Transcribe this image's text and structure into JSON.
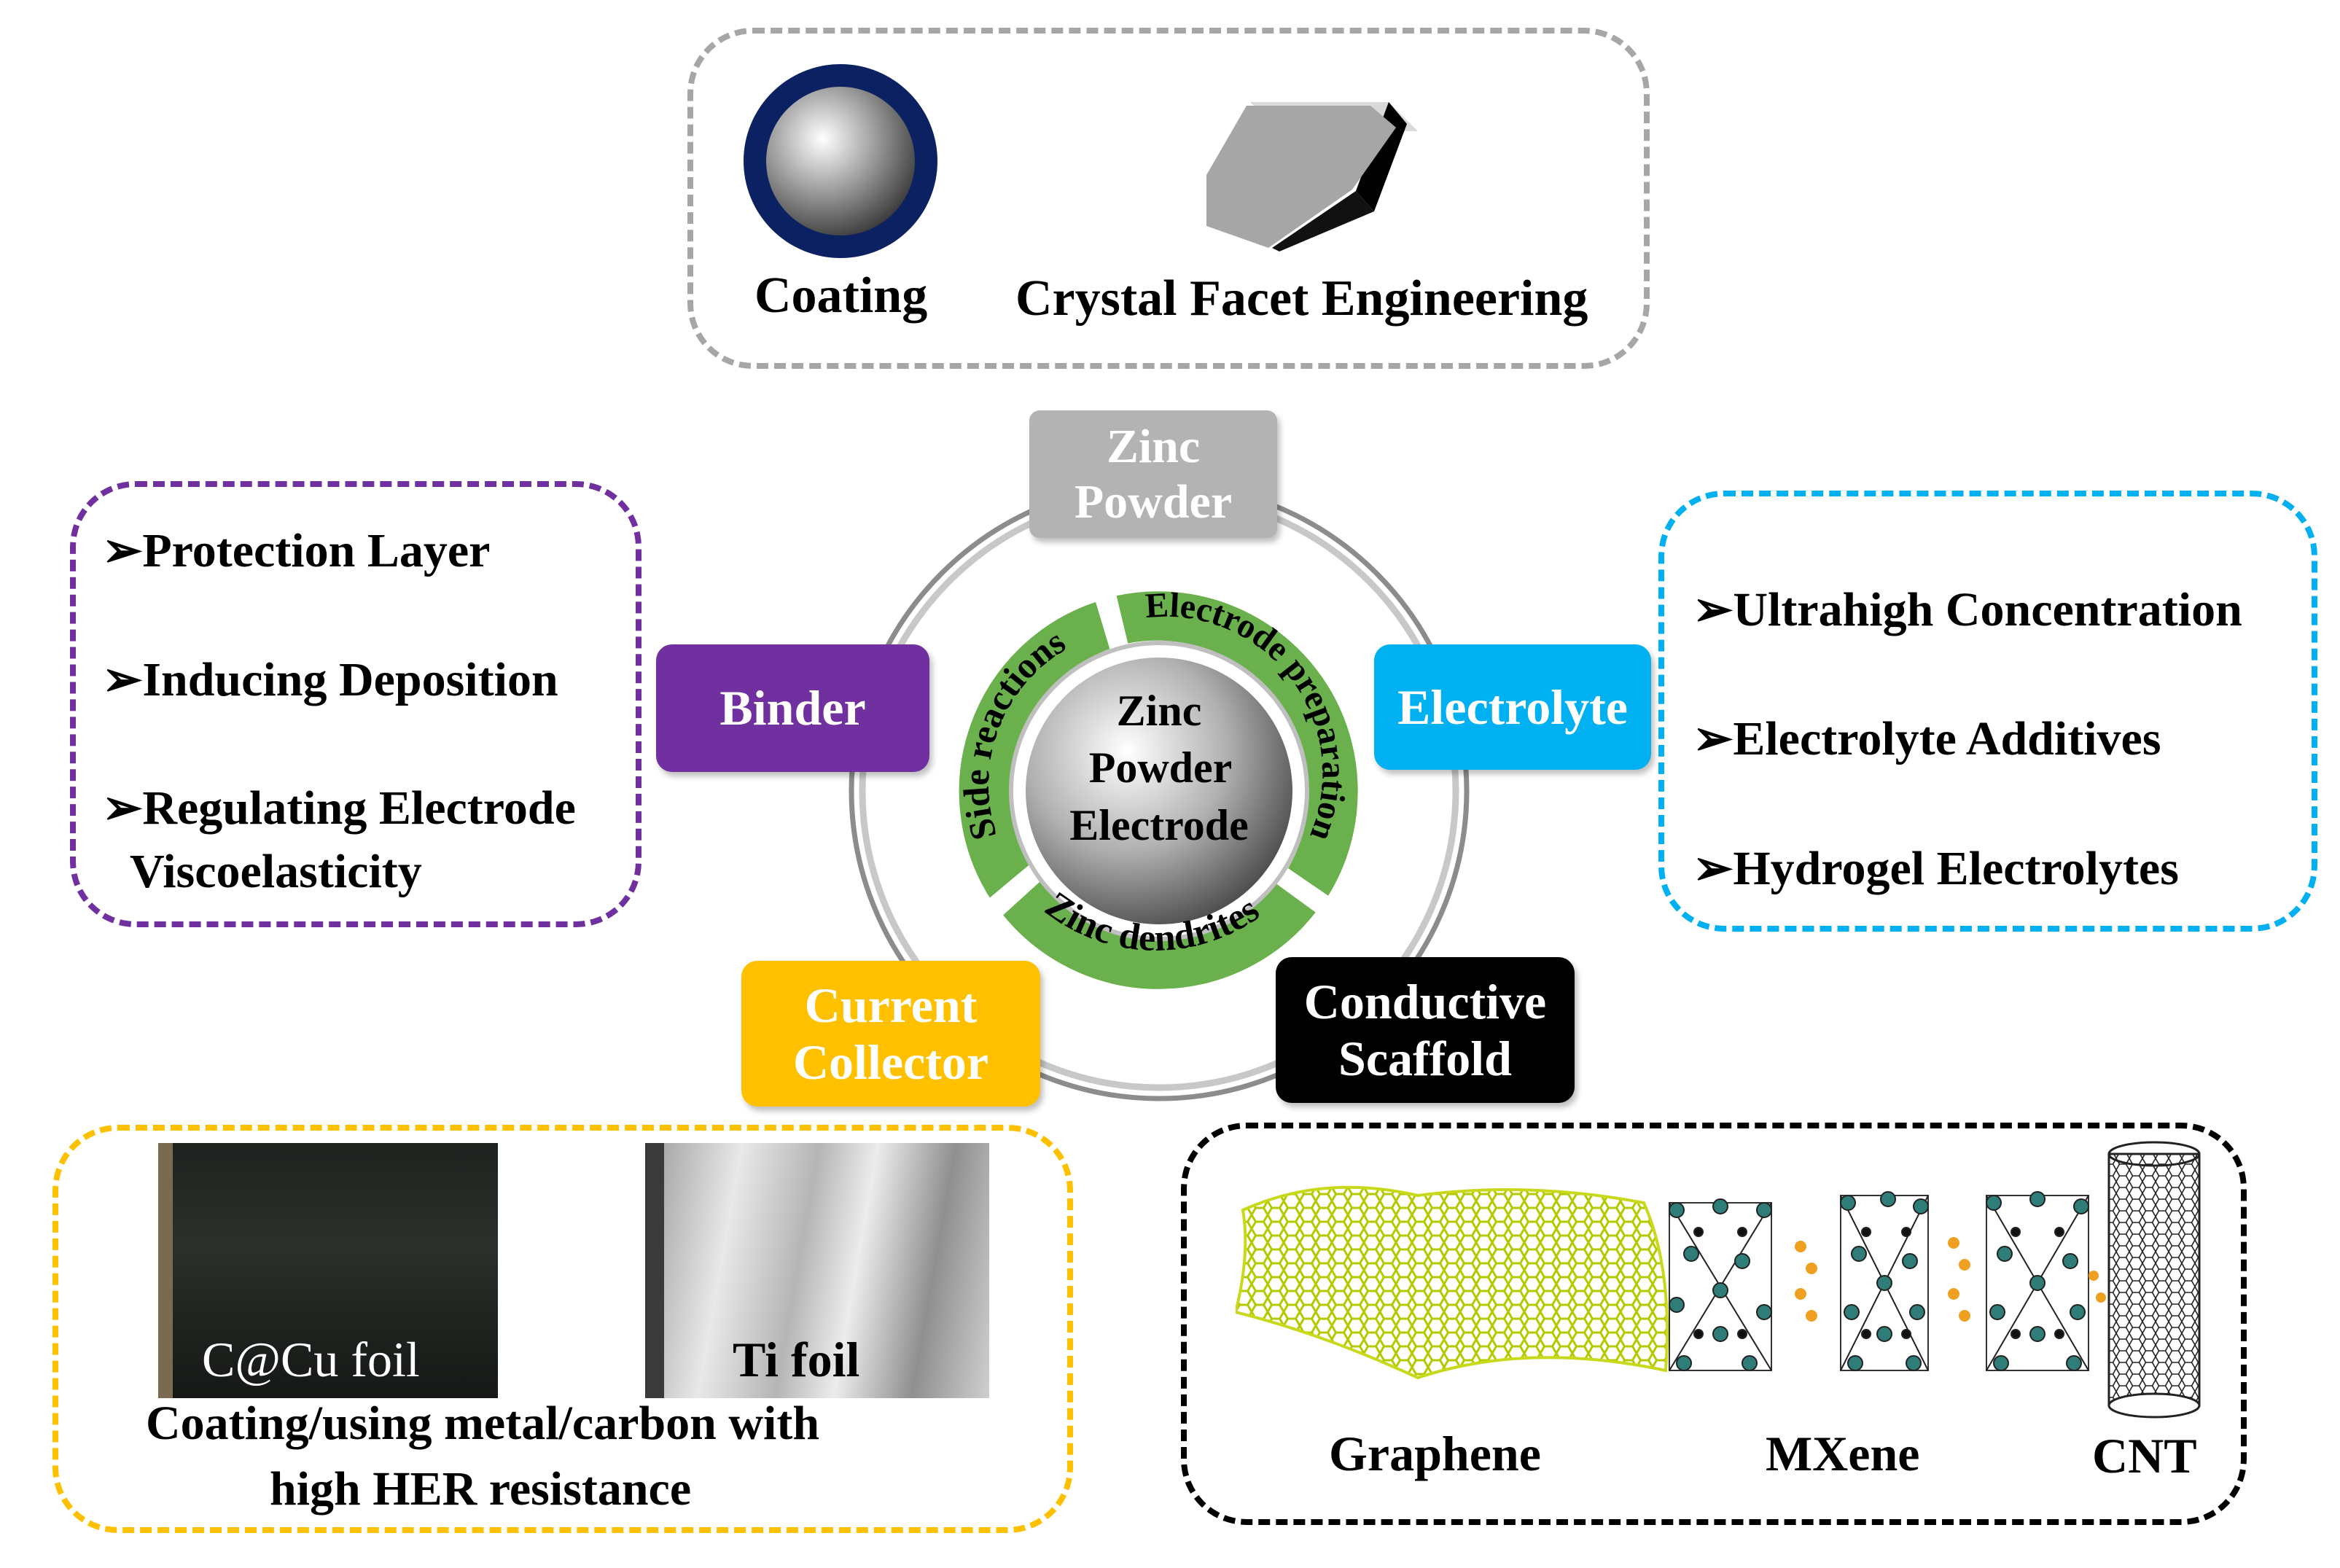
{
  "top_panel": {
    "items": [
      "Coating",
      "Crystal Facet Engineering"
    ],
    "border_color": "#a6a6a6"
  },
  "center": {
    "core_label": [
      "Zinc",
      "Powder",
      "Electrode"
    ],
    "ring_segments": [
      "Side reactions",
      "Electrode preparation",
      "Zinc dendrites"
    ],
    "ring_color": "#6ab04c"
  },
  "categories": {
    "zinc_powder": {
      "lines": [
        "Zinc",
        "Powder"
      ],
      "color": "#b3b3b3"
    },
    "binder": {
      "lines": [
        "Binder"
      ],
      "color": "#7030a0"
    },
    "electrolyte": {
      "lines": [
        "Electrolyte"
      ],
      "color": "#00b0f0"
    },
    "current_collector": {
      "lines": [
        "Current",
        "Collector"
      ],
      "color": "#ffc000"
    },
    "conductive_scaffold": {
      "lines": [
        "Conductive",
        "Scaffold"
      ],
      "color": "#000000"
    }
  },
  "binder_panel": {
    "bullet": "➢",
    "items": [
      "Protection Layer",
      "Inducing Deposition",
      "Regulating Electrode"
    ],
    "continuation": "Viscoelasticity",
    "border_color": "#7030a0"
  },
  "electrolyte_panel": {
    "bullet": "➢",
    "items": [
      "Ultrahigh Concentration",
      "Electrolyte Additives",
      "Hydrogel Electrolytes"
    ],
    "border_color": "#00b0f0"
  },
  "collector_panel": {
    "photos": [
      "C@Cu foil",
      "Ti foil"
    ],
    "caption_lines": [
      "Coating/using metal/carbon with",
      "high HER resistance"
    ],
    "border_color": "#ffc000"
  },
  "scaffold_panel": {
    "materials": [
      "Graphene",
      "MXene",
      "CNT"
    ],
    "border_color": "#000000"
  }
}
